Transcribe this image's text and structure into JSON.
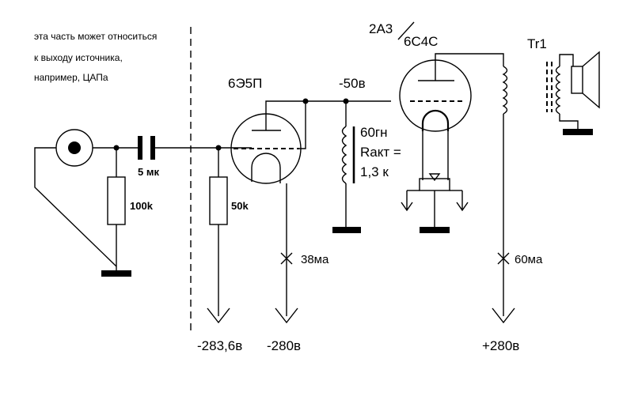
{
  "note": {
    "line1": "эта часть может относиться",
    "line2": "к выходу источника,",
    "line3": "например, ЦАПа"
  },
  "components": {
    "coupling_cap": "5 мк",
    "input_resistor": "100k",
    "grid_resistor": "50k",
    "driver_tube": "6Э5П",
    "output_tube_a": "2А3",
    "output_tube_b": "6С4С",
    "choke_inductance": "60гн",
    "choke_r_line1": "Rакт =",
    "choke_r_line2": "1,3 к",
    "transformer": "Tr1"
  },
  "voltages": {
    "bias": "-50в",
    "cathode_supply": "-283,6в",
    "driver_supply": "-280в",
    "anode_supply": "+280в"
  },
  "currents": {
    "driver": "38ма",
    "output": "60ма"
  }
}
